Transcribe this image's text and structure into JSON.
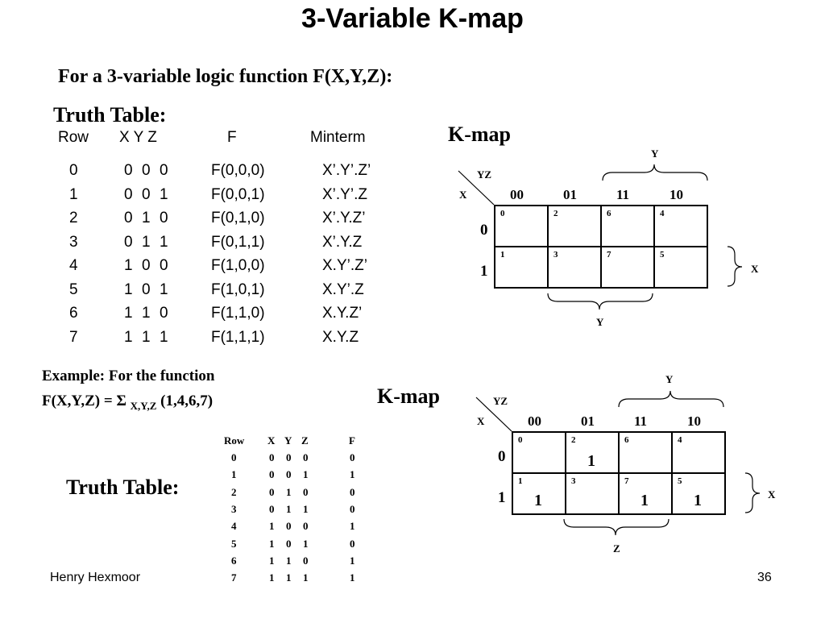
{
  "slide": {
    "title": "3-Variable K-map",
    "intro": "For a  3-variable logic function F(X,Y,Z):",
    "truth_table_label": "Truth Table:",
    "footer_left": "Henry Hexmoor",
    "page_number": "36"
  },
  "truth_table_1": {
    "headers": {
      "row": "Row",
      "xyz": "X  Y  Z",
      "f": "F",
      "minterm": "Minterm"
    },
    "rows": [
      {
        "row": "0",
        "x": "0",
        "y": "0",
        "z": "0",
        "f": "F(0,0,0)",
        "minterm": "X’.Y’.Z’"
      },
      {
        "row": "1",
        "x": "0",
        "y": "0",
        "z": "1",
        "f": "F(0,0,1)",
        "minterm": "X’.Y’.Z"
      },
      {
        "row": "2",
        "x": "0",
        "y": "1",
        "z": "0",
        "f": "F(0,1,0)",
        "minterm": "X’.Y.Z’"
      },
      {
        "row": "3",
        "x": "0",
        "y": "1",
        "z": "1",
        "f": "F(0,1,1)",
        "minterm": "X’.Y.Z"
      },
      {
        "row": "4",
        "x": "1",
        "y": "0",
        "z": "0",
        "f": "F(1,0,0)",
        "minterm": "X.Y’.Z’"
      },
      {
        "row": "5",
        "x": "1",
        "y": "0",
        "z": "1",
        "f": "F(1,0,1)",
        "minterm": "X.Y’.Z"
      },
      {
        "row": "6",
        "x": "1",
        "y": "1",
        "z": "0",
        "f": "F(1,1,0)",
        "minterm": "X.Y.Z’"
      },
      {
        "row": "7",
        "x": "1",
        "y": "1",
        "z": "1",
        "f": "F(1,1,1)",
        "minterm": "X.Y.Z"
      }
    ]
  },
  "kmap_1": {
    "label": "K-map",
    "yz_label": "YZ",
    "x_label": "X",
    "col_headers": [
      "00",
      "01",
      "11",
      "10"
    ],
    "row_headers": [
      "0",
      "1"
    ],
    "cell_indices": [
      [
        "0",
        "2",
        "6",
        "4"
      ],
      [
        "1",
        "3",
        "7",
        "5"
      ]
    ],
    "top_brace_label": "Y",
    "bottom_brace_label": "Y",
    "right_brace_label": "X"
  },
  "example": {
    "line1": "Example:  For the function",
    "fn_prefix": "F(X,Y,Z) = ",
    "sigma": "Σ",
    "subscript": "X,Y,Z",
    "terms": "(1,4,6,7)",
    "truth_table_label": "Truth Table:"
  },
  "truth_table_2": {
    "headers": {
      "row": "Row",
      "x": "X",
      "y": "Y",
      "z": "Z",
      "f": "F"
    },
    "rows": [
      {
        "row": "0",
        "x": "0",
        "y": "0",
        "z": "0",
        "f": "0"
      },
      {
        "row": "1",
        "x": "0",
        "y": "0",
        "z": "1",
        "f": "1"
      },
      {
        "row": "2",
        "x": "0",
        "y": "1",
        "z": "0",
        "f": "0"
      },
      {
        "row": "3",
        "x": "0",
        "y": "1",
        "z": "1",
        "f": "0"
      },
      {
        "row": "4",
        "x": "1",
        "y": "0",
        "z": "0",
        "f": "1"
      },
      {
        "row": "5",
        "x": "1",
        "y": "0",
        "z": "1",
        "f": "0"
      },
      {
        "row": "6",
        "x": "1",
        "y": "1",
        "z": "0",
        "f": "1"
      },
      {
        "row": "7",
        "x": "1",
        "y": "1",
        "z": "1",
        "f": "1"
      }
    ]
  },
  "kmap_2": {
    "label": "K-map",
    "yz_label": "YZ",
    "x_label": "X",
    "col_headers": [
      "00",
      "01",
      "11",
      "10"
    ],
    "row_headers": [
      "0",
      "1"
    ],
    "cell_indices": [
      [
        "0",
        "2",
        "6",
        "4"
      ],
      [
        "1",
        "3",
        "7",
        "5"
      ]
    ],
    "cell_values": [
      [
        "",
        "1",
        "",
        ""
      ],
      [
        "1",
        "",
        "1",
        "1"
      ]
    ],
    "top_brace_label": "Y",
    "bottom_brace_label": "Z",
    "right_brace_label": "X"
  }
}
